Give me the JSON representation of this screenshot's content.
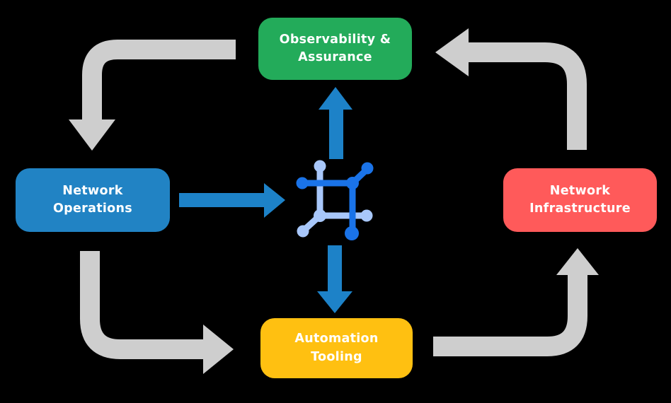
{
  "diagram": {
    "type": "cycle-flow-diagram",
    "nodes": {
      "observability": {
        "line1": "Observability &",
        "line2": "Assurance",
        "color": "#23ab5a"
      },
      "operations": {
        "line1": "Network",
        "line2": "Operations",
        "color": "#2183c4"
      },
      "infrastructure": {
        "line1": "Network",
        "line2": "Infrastructure",
        "color": "#ff5a5a"
      },
      "automation": {
        "line1": "Automation",
        "line2": "Tooling",
        "color": "#ffc011"
      }
    },
    "center_icon": "network-automation-icon",
    "flows": [
      {
        "from": "Observability & Assurance",
        "to": "Network Operations",
        "style": "gray-elbow"
      },
      {
        "from": "Network Operations",
        "to": "Automation Tooling",
        "style": "gray-elbow"
      },
      {
        "from": "Automation Tooling",
        "to": "Network Infrastructure",
        "style": "gray-elbow"
      },
      {
        "from": "Network Infrastructure",
        "to": "Observability & Assurance",
        "style": "gray-elbow"
      },
      {
        "from": "Network Operations",
        "to": "center-icon",
        "style": "blue-straight"
      },
      {
        "from": "center-icon",
        "to": "Observability & Assurance",
        "style": "blue-straight"
      },
      {
        "from": "center-icon",
        "to": "Automation Tooling",
        "style": "blue-straight"
      }
    ]
  },
  "colors": {
    "background": "#000000",
    "text": "#ffffff",
    "arrow_gray": "#cecece",
    "arrow_blue": "#1d82c8",
    "icon_dark_blue": "#1a73e8",
    "icon_light_blue": "#a8c7fa",
    "node_green": "#23ab5a",
    "node_blue": "#2183c4",
    "node_red": "#ff5a5a",
    "node_yellow": "#ffc011"
  }
}
